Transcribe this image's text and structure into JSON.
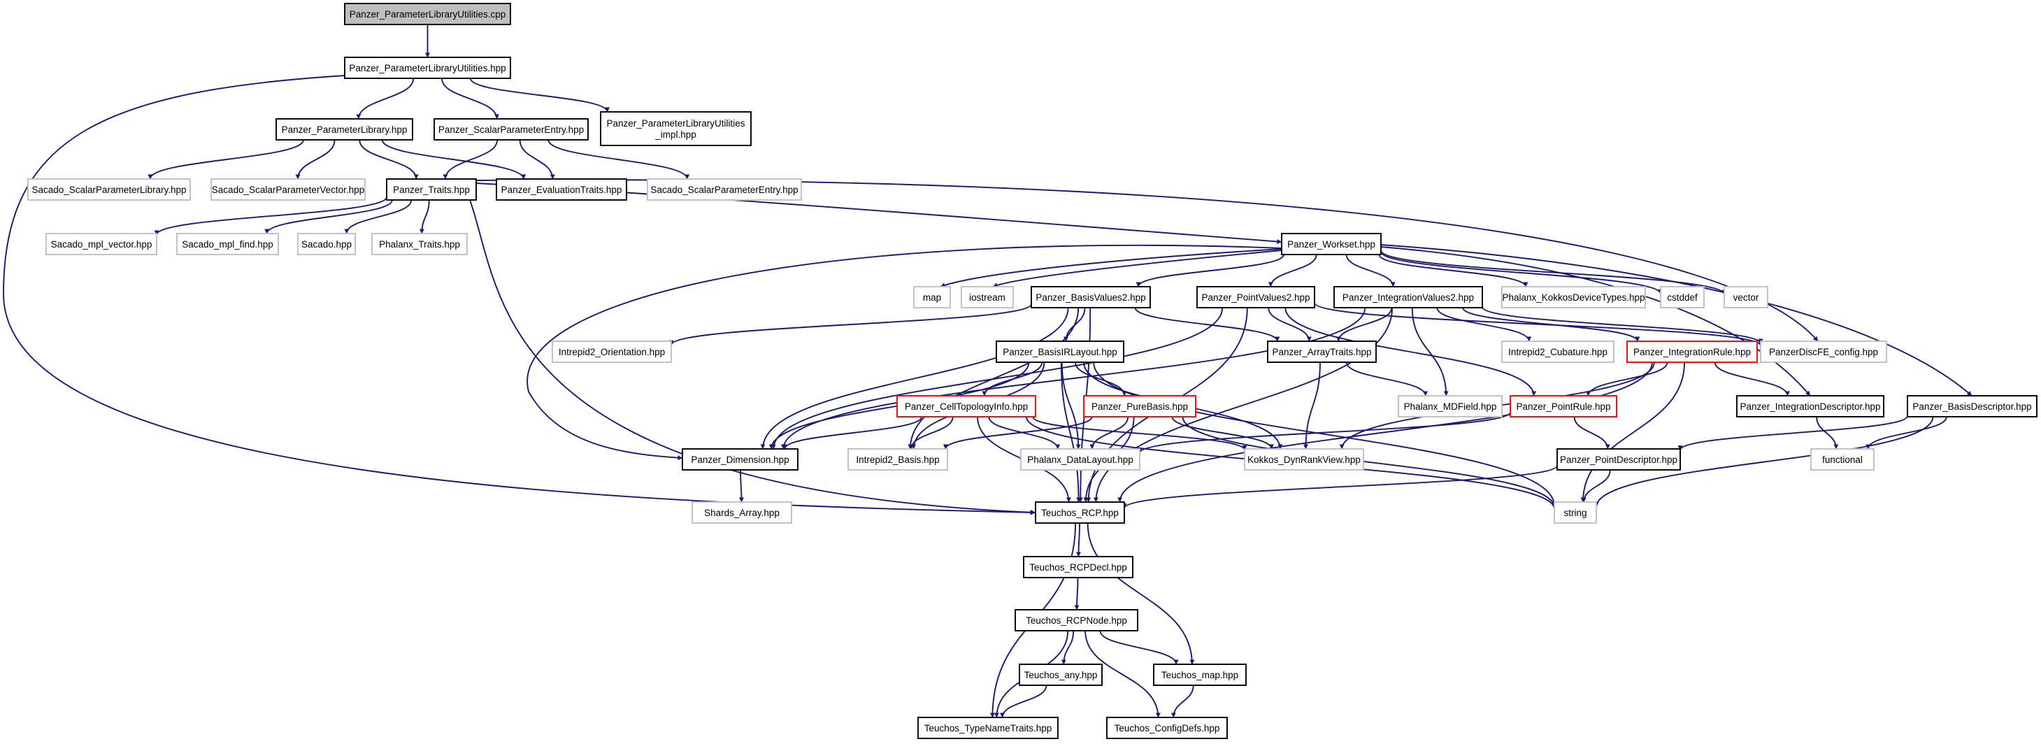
{
  "graph": {
    "nodes": [
      {
        "id": "root",
        "label": "Panzer_ParameterLibraryUtilities.cpp",
        "style": "root"
      },
      {
        "id": "plu_hpp",
        "label": "Panzer_ParameterLibraryUtilities.hpp",
        "style": "black"
      },
      {
        "id": "pl",
        "label": "Panzer_ParameterLibrary.hpp",
        "style": "black"
      },
      {
        "id": "spe",
        "label": "Panzer_ScalarParameterEntry.hpp",
        "style": "black"
      },
      {
        "id": "plu_impl",
        "label": "Panzer_ParameterLibraryUtilities\n_impl.hpp",
        "style": "black"
      },
      {
        "id": "sacado_spl",
        "label": "Sacado_ScalarParameterLibrary.hpp",
        "style": "gray"
      },
      {
        "id": "sacado_spv",
        "label": "Sacado_ScalarParameterVector.hpp",
        "style": "gray"
      },
      {
        "id": "traits",
        "label": "Panzer_Traits.hpp",
        "style": "black"
      },
      {
        "id": "evaltraits",
        "label": "Panzer_EvaluationTraits.hpp",
        "style": "black"
      },
      {
        "id": "sacado_spe",
        "label": "Sacado_ScalarParameterEntry.hpp",
        "style": "gray"
      },
      {
        "id": "mpl_vector",
        "label": "Sacado_mpl_vector.hpp",
        "style": "gray"
      },
      {
        "id": "mpl_find",
        "label": "Sacado_mpl_find.hpp",
        "style": "gray"
      },
      {
        "id": "sacado",
        "label": "Sacado.hpp",
        "style": "gray"
      },
      {
        "id": "phalanx_traits",
        "label": "Phalanx_Traits.hpp",
        "style": "gray"
      },
      {
        "id": "workset",
        "label": "Panzer_Workset.hpp",
        "style": "black"
      },
      {
        "id": "map",
        "label": "map",
        "style": "gray"
      },
      {
        "id": "iostream",
        "label": "iostream",
        "style": "gray"
      },
      {
        "id": "bv2",
        "label": "Panzer_BasisValues2.hpp",
        "style": "black"
      },
      {
        "id": "pv2",
        "label": "Panzer_PointValues2.hpp",
        "style": "black"
      },
      {
        "id": "iv2",
        "label": "Panzer_IntegrationValues2.hpp",
        "style": "black"
      },
      {
        "id": "kdt",
        "label": "Phalanx_KokkosDeviceTypes.hpp",
        "style": "gray"
      },
      {
        "id": "cstddef",
        "label": "cstddef",
        "style": "gray"
      },
      {
        "id": "vector",
        "label": "vector",
        "style": "gray"
      },
      {
        "id": "intrepid_orient",
        "label": "Intrepid2_Orientation.hpp",
        "style": "gray"
      },
      {
        "id": "birl",
        "label": "Panzer_BasisIRLayout.hpp",
        "style": "black"
      },
      {
        "id": "arraytraits",
        "label": "Panzer_ArrayTraits.hpp",
        "style": "black"
      },
      {
        "id": "cubature",
        "label": "Intrepid2_Cubature.hpp",
        "style": "gray"
      },
      {
        "id": "intrule",
        "label": "Panzer_IntegrationRule.hpp",
        "style": "red"
      },
      {
        "id": "discfe",
        "label": "PanzerDiscFE_config.hpp",
        "style": "gray"
      },
      {
        "id": "celltopo",
        "label": "Panzer_CellTopologyInfo.hpp",
        "style": "red"
      },
      {
        "id": "purebasis",
        "label": "Panzer_PureBasis.hpp",
        "style": "red"
      },
      {
        "id": "mdfield",
        "label": "Phalanx_MDField.hpp",
        "style": "gray"
      },
      {
        "id": "pointrule",
        "label": "Panzer_PointRule.hpp",
        "style": "red"
      },
      {
        "id": "intdesc",
        "label": "Panzer_IntegrationDescriptor.hpp",
        "style": "black"
      },
      {
        "id": "basisdesc",
        "label": "Panzer_BasisDescriptor.hpp",
        "style": "black"
      },
      {
        "id": "dimension",
        "label": "Panzer_Dimension.hpp",
        "style": "black"
      },
      {
        "id": "intrepid_basis",
        "label": "Intrepid2_Basis.hpp",
        "style": "gray"
      },
      {
        "id": "datalayout",
        "label": "Phalanx_DataLayout.hpp",
        "style": "gray"
      },
      {
        "id": "dynrank",
        "label": "Kokkos_DynRankView.hpp",
        "style": "gray"
      },
      {
        "id": "pointdesc",
        "label": "Panzer_PointDescriptor.hpp",
        "style": "black"
      },
      {
        "id": "functional",
        "label": "functional",
        "style": "gray"
      },
      {
        "id": "shards",
        "label": "Shards_Array.hpp",
        "style": "gray"
      },
      {
        "id": "rcp",
        "label": "Teuchos_RCP.hpp",
        "style": "black"
      },
      {
        "id": "string",
        "label": "string",
        "style": "gray"
      },
      {
        "id": "rcpdecl",
        "label": "Teuchos_RCPDecl.hpp",
        "style": "black"
      },
      {
        "id": "rcpnode",
        "label": "Teuchos_RCPNode.hpp",
        "style": "black"
      },
      {
        "id": "any",
        "label": "Teuchos_any.hpp",
        "style": "black"
      },
      {
        "id": "tmap",
        "label": "Teuchos_map.hpp",
        "style": "black"
      },
      {
        "id": "typenametraits",
        "label": "Teuchos_TypeNameTraits.hpp",
        "style": "black"
      },
      {
        "id": "configdefs",
        "label": "Teuchos_ConfigDefs.hpp",
        "style": "black"
      }
    ],
    "edges": [
      [
        "root",
        "plu_hpp"
      ],
      [
        "plu_hpp",
        "pl"
      ],
      [
        "plu_hpp",
        "spe"
      ],
      [
        "plu_hpp",
        "plu_impl"
      ],
      [
        "plu_hpp",
        "rcp"
      ],
      [
        "pl",
        "sacado_spl"
      ],
      [
        "pl",
        "sacado_spv"
      ],
      [
        "pl",
        "traits"
      ],
      [
        "pl",
        "evaltraits"
      ],
      [
        "spe",
        "traits"
      ],
      [
        "spe",
        "evaltraits"
      ],
      [
        "spe",
        "sacado_spe"
      ],
      [
        "traits",
        "mpl_vector"
      ],
      [
        "traits",
        "mpl_find"
      ],
      [
        "traits",
        "sacado"
      ],
      [
        "traits",
        "phalanx_traits"
      ],
      [
        "traits",
        "workset"
      ],
      [
        "traits",
        "discfe"
      ],
      [
        "traits",
        "rcp"
      ],
      [
        "workset",
        "map"
      ],
      [
        "workset",
        "iostream"
      ],
      [
        "workset",
        "bv2"
      ],
      [
        "workset",
        "pv2"
      ],
      [
        "workset",
        "iv2"
      ],
      [
        "workset",
        "kdt"
      ],
      [
        "workset",
        "cstddef"
      ],
      [
        "workset",
        "vector"
      ],
      [
        "workset",
        "intdesc"
      ],
      [
        "workset",
        "basisdesc"
      ],
      [
        "workset",
        "dimension"
      ],
      [
        "bv2",
        "intrepid_orient"
      ],
      [
        "bv2",
        "birl"
      ],
      [
        "bv2",
        "arraytraits"
      ],
      [
        "bv2",
        "dimension"
      ],
      [
        "bv2",
        "intrepid_basis"
      ],
      [
        "bv2",
        "rcp"
      ],
      [
        "pv2",
        "arraytraits"
      ],
      [
        "pv2",
        "pointrule"
      ],
      [
        "pv2",
        "dimension"
      ],
      [
        "pv2",
        "rcp"
      ],
      [
        "pv2",
        "discfe"
      ],
      [
        "iv2",
        "arraytraits"
      ],
      [
        "iv2",
        "cubature"
      ],
      [
        "iv2",
        "intrule"
      ],
      [
        "iv2",
        "mdfield"
      ],
      [
        "iv2",
        "discfe"
      ],
      [
        "iv2",
        "rcp"
      ],
      [
        "iv2",
        "dimension"
      ],
      [
        "birl",
        "celltopo"
      ],
      [
        "birl",
        "purebasis"
      ],
      [
        "birl",
        "dimension"
      ],
      [
        "birl",
        "datalayout"
      ],
      [
        "birl",
        "dynrank"
      ],
      [
        "birl",
        "intrepid_basis"
      ],
      [
        "birl",
        "string"
      ],
      [
        "birl",
        "rcp"
      ],
      [
        "arraytraits",
        "mdfield"
      ],
      [
        "arraytraits",
        "dynrank"
      ],
      [
        "intrule",
        "pointrule"
      ],
      [
        "intrule",
        "intdesc"
      ],
      [
        "intrule",
        "dynrank"
      ],
      [
        "intrule",
        "string"
      ],
      [
        "intrule",
        "rcp"
      ],
      [
        "celltopo",
        "dimension"
      ],
      [
        "celltopo",
        "intrepid_basis"
      ],
      [
        "celltopo",
        "datalayout"
      ],
      [
        "celltopo",
        "dynrank"
      ],
      [
        "celltopo",
        "rcp"
      ],
      [
        "celltopo",
        "string"
      ],
      [
        "purebasis",
        "intrepid_basis"
      ],
      [
        "purebasis",
        "datalayout"
      ],
      [
        "purebasis",
        "dynrank"
      ],
      [
        "purebasis",
        "rcp"
      ],
      [
        "purebasis",
        "string"
      ],
      [
        "pointrule",
        "pointdesc"
      ],
      [
        "pointrule",
        "datalayout"
      ],
      [
        "intdesc",
        "functional"
      ],
      [
        "basisdesc",
        "pointdesc"
      ],
      [
        "basisdesc",
        "functional"
      ],
      [
        "basisdesc",
        "string"
      ],
      [
        "pointdesc",
        "string"
      ],
      [
        "pointdesc",
        "rcp"
      ],
      [
        "dimension",
        "shards"
      ],
      [
        "rcp",
        "rcpdecl"
      ],
      [
        "rcp",
        "tmap"
      ],
      [
        "rcp",
        "typenametraits"
      ],
      [
        "rcpdecl",
        "rcpnode"
      ],
      [
        "rcpnode",
        "any"
      ],
      [
        "rcpnode",
        "tmap"
      ],
      [
        "rcpnode",
        "typenametraits"
      ],
      [
        "rcpnode",
        "configdefs"
      ],
      [
        "any",
        "typenametraits"
      ],
      [
        "tmap",
        "configdefs"
      ]
    ]
  }
}
